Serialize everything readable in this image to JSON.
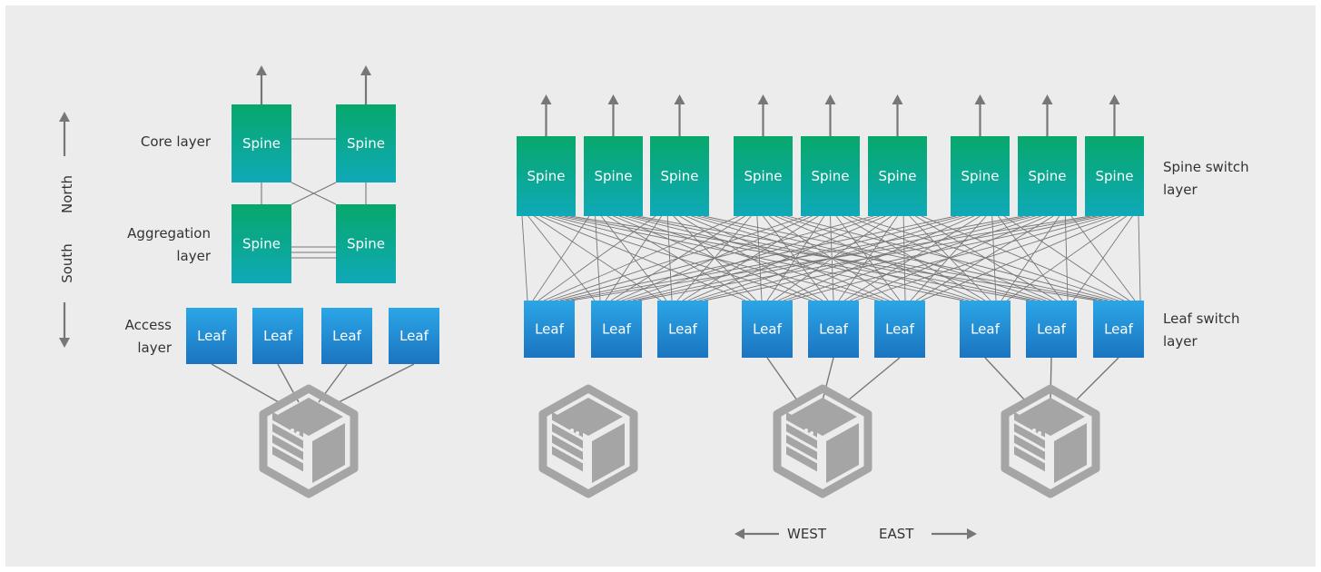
{
  "colors": {
    "background": "#ececec",
    "spine_top": "#07a86b",
    "spine_bottom": "#0fa9b8",
    "leaf_top": "#2ba6e6",
    "leaf_bottom": "#1b74c0",
    "arrow": "#777777",
    "line": "#777777",
    "server": "#a5a5a5"
  },
  "left_diagram": {
    "core_label": "Core layer",
    "aggregation_label": [
      "Aggregation",
      "layer"
    ],
    "access_label": [
      "Access",
      "layer"
    ],
    "north_label": "North",
    "south_label": "South",
    "spine_label": "Spine",
    "leaf_label": "Leaf"
  },
  "right_diagram": {
    "spine_layer_label": [
      "Spine switch",
      "layer"
    ],
    "leaf_layer_label": [
      "Leaf switch",
      "layer"
    ],
    "spine_label": "Spine",
    "leaf_label": "Leaf",
    "west_label": "WEST",
    "east_label": "EAST"
  },
  "icons": {
    "server": "server-icon",
    "arrow_up": "arrow-up-icon",
    "arrow_down": "arrow-down-icon",
    "arrow_left": "arrow-left-icon",
    "arrow_right": "arrow-right-icon"
  }
}
